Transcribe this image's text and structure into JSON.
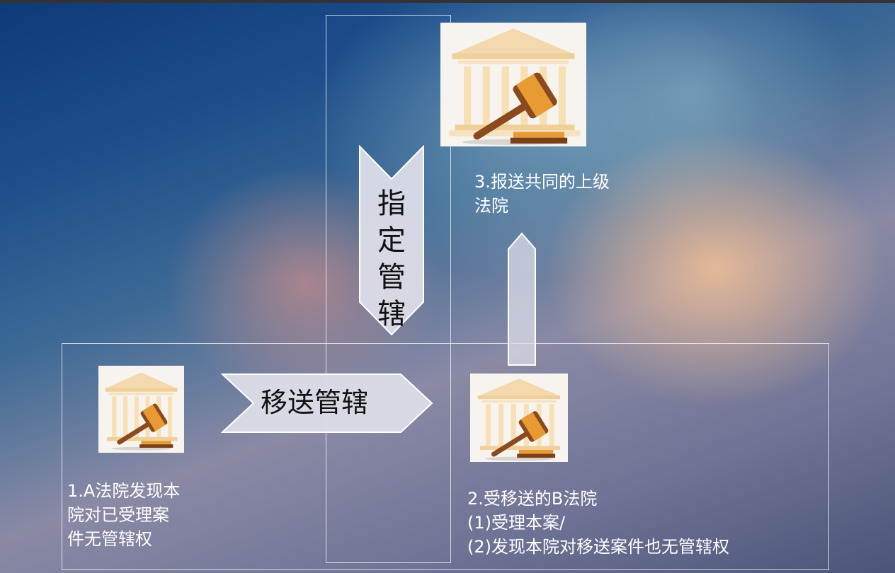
{
  "arrows": {
    "designate": "指\n定\n管\n辖",
    "transfer": "移送管辖"
  },
  "labels": {
    "court_a": "1.A法院发现本\n院对已受理案\n件无管辖权",
    "court_b": "2.受移送的B法院\n(1)受理本案/\n(2)发现本院对移送案件也无管辖权",
    "court_superior": "3.报送共同的上级\n法院"
  },
  "icons": {
    "court": "courthouse-gavel-icon"
  },
  "colors": {
    "arrow_fill": "#dcdde8",
    "text": "#ffffff",
    "frame": "#ffffff"
  }
}
